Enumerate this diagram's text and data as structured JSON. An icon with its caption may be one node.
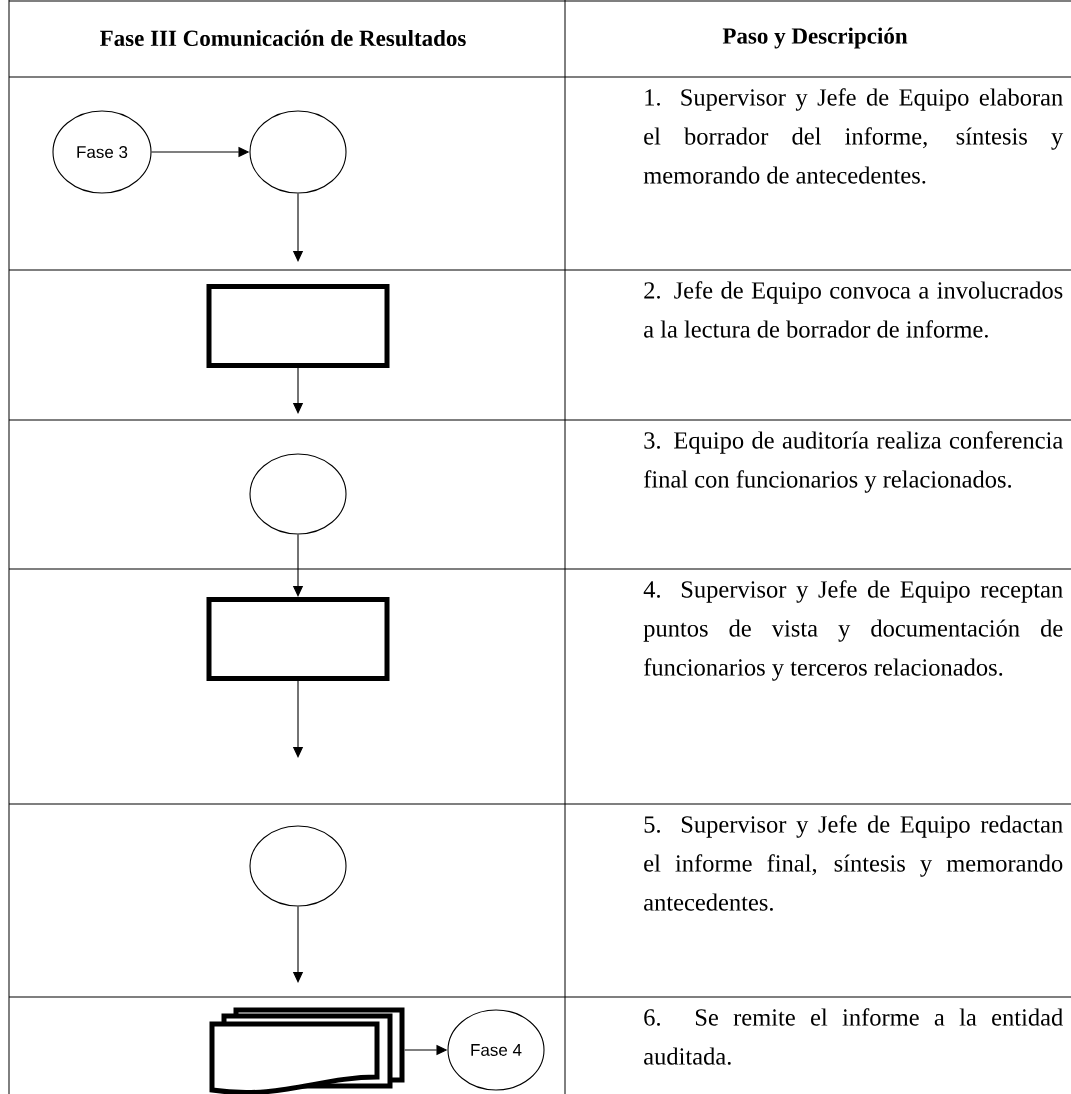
{
  "diagram": {
    "nodes": [
      {
        "text": [
          "Fase 3"
        ]
      },
      {
        "text": [],
        "shape": "circle"
      },
      {
        "text": [],
        "shape": "box"
      },
      {
        "text": [],
        "shape": "circle"
      },
      {
        "text": [],
        "shape": "box"
      },
      {
        "text": [],
        "shape": "circle"
      },
      {
        "text": [],
        "shape": "document"
      },
      {
        "text": [
          "Fase 4"
        ]
      }
    ],
    "edges": [
      {
        "from": 0,
        "to": 1,
        "arrow": "to"
      },
      {
        "from": 1,
        "to": null,
        "arrow": "to"
      },
      {
        "from": 2,
        "to": null,
        "arrow": "to"
      },
      {
        "from": 3,
        "to": 4,
        "arrow": "to"
      },
      {
        "from": 4,
        "to": null,
        "arrow": "to"
      },
      {
        "from": 5,
        "to": null,
        "arrow": "to"
      },
      {
        "from": 6,
        "to": 7,
        "arrow": "to"
      }
    ],
    "labels": [
      "Fase III Comunicación de Resultados",
      "Paso y Descripción",
      "1. Supervisor y Jefe de Equipo elaboran el borrador del informe, síntesis y memorando de antecedentes.",
      "2. Jefe de Equipo convoca a involucrados a la lectura de borrador de informe.",
      "3. Equipo de auditoría realiza conferencia final con funcionarios y relacionados.",
      "4. Supervisor y Jefe de Equipo receptan puntos de vista y documentación de funcionarios y terceros relacionados.",
      "5. Supervisor y Jefe de Equipo redactan el informe final, síntesis y memorando antecedentes.",
      "6. Se remite el informe a la entidad auditada."
    ]
  }
}
